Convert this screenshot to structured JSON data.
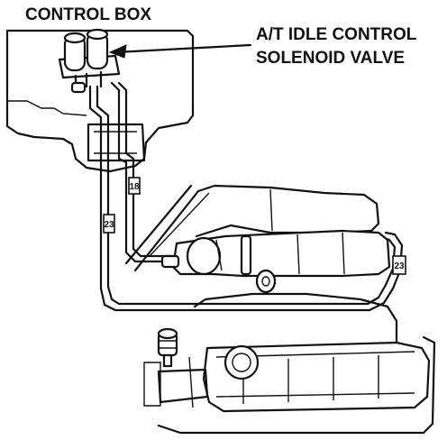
{
  "labels": {
    "control_box": "CONTROL BOX",
    "valve_line1": "A/T IDLE CONTROL",
    "valve_line2": "SOLENOID VALVE"
  },
  "hose_tags": {
    "tag_18": "18",
    "tag_23_left": "23",
    "tag_23_right": "23"
  },
  "colors": {
    "ink": "#111111",
    "background": "#ffffff"
  }
}
